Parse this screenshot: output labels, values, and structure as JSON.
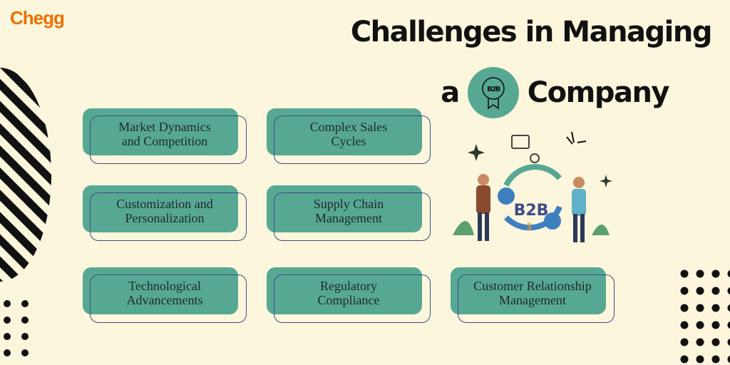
{
  "logo": "Chegg",
  "title": {
    "line1": "Challenges in Managing",
    "prefix": "a",
    "suffix": "Company",
    "badge_text": "B2B"
  },
  "cards": [
    {
      "l1": "Market Dynamics",
      "l2": "and Competition"
    },
    {
      "l1": "Complex Sales",
      "l2": "Cycles"
    },
    {
      "l1": "Customization and",
      "l2": "Personalization"
    },
    {
      "l1": "Supply Chain",
      "l2": "Management"
    },
    {
      "l1": "Technological",
      "l2": "Advancements"
    },
    {
      "l1": "Regulatory",
      "l2": "Compliance"
    },
    {
      "l1": "Customer Relationship",
      "l2": "Management"
    }
  ],
  "illustration": {
    "label": "B2B",
    "currency": "$"
  },
  "colors": {
    "background": "#fcf6dc",
    "teal": "#57a893",
    "outline": "#3e4c8c",
    "brand": "#eb7100"
  }
}
